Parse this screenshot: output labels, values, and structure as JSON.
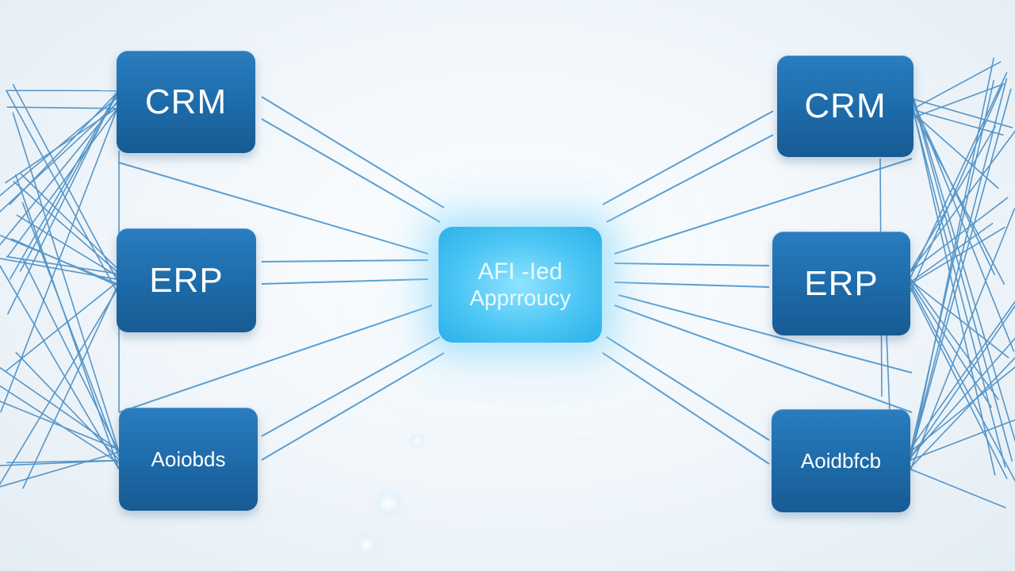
{
  "diagram": {
    "hub": {
      "line1": "AFI -Ied",
      "line2": "Apprroucy"
    },
    "left_nodes": [
      {
        "label": "CRM"
      },
      {
        "label": "ERP"
      },
      {
        "label": "Aoiobds"
      }
    ],
    "right_nodes": [
      {
        "label": "CRM"
      },
      {
        "label": "ERP"
      },
      {
        "label": "Aoidbfcb"
      }
    ]
  },
  "colors": {
    "node_blue": "#1d6aa8",
    "hub_cyan": "#4cc6f4",
    "line_blue": "#4a90c4",
    "background": "#eef4f9"
  }
}
